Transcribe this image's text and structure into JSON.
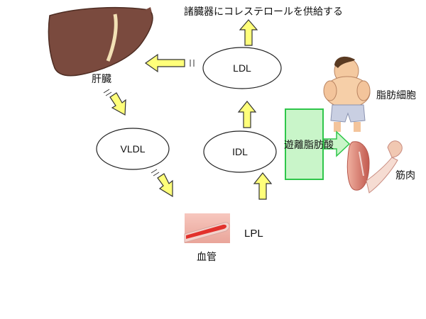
{
  "labels": {
    "top_supply": "諸臓器にコレステロールを供給する",
    "liver": "肝臓",
    "adipocyte": "脂肪細胞",
    "muscle": "筋肉",
    "blood_vessel": "血管",
    "lpl": "LPL",
    "free_fatty_acid": "遊離脂肪酸"
  },
  "nodes": {
    "ldl": "LDL",
    "vldl": "VLDL",
    "idl": "IDL"
  },
  "icons": [
    "liver-icon",
    "adipocyte-person-icon",
    "muscle-arm-icon",
    "blood-vessel-icon"
  ],
  "colors": {
    "arrow_fill": "#ffff7a",
    "arrow_stroke": "#333333",
    "ffa_fill": "#c9f5c9",
    "ffa_border": "#2fc64a",
    "liver": "#7a4a3e",
    "vessel_red": "#e2312c"
  }
}
